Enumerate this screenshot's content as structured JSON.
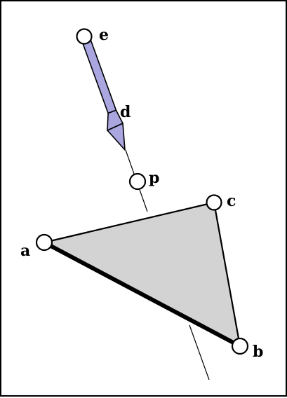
{
  "labels": {
    "a": "a",
    "b": "b",
    "c": "c",
    "d": "d",
    "e": "e",
    "p": "p"
  },
  "colors": {
    "triangle_fill": "#d3d3d3",
    "arrow_fill": "#a9a6e0",
    "stroke": "#000000",
    "background": "#ffffff"
  }
}
